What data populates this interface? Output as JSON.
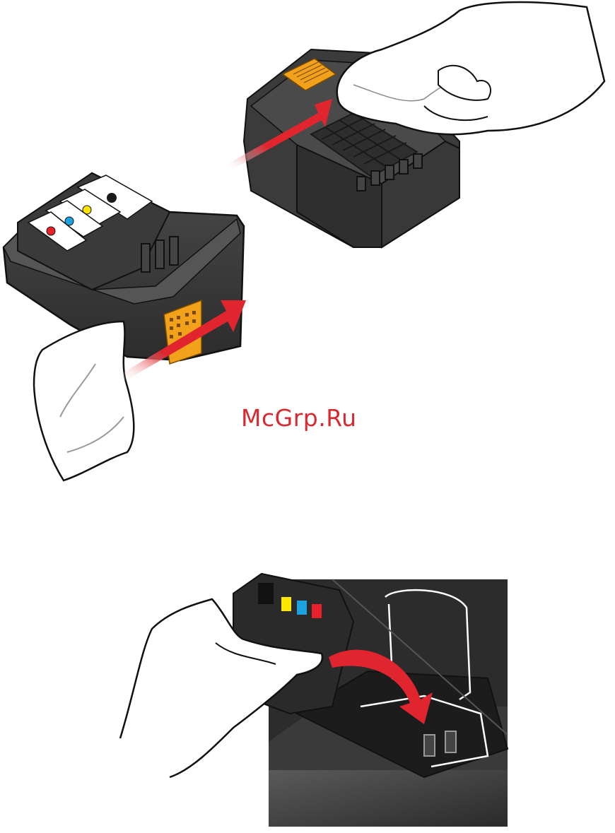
{
  "watermark": {
    "text": "McGrp.Ru",
    "color": "#d9282f"
  },
  "figure_top": {
    "description_icons": [
      "printhead-illustration",
      "wipe-cloth",
      "cleaning-arrow"
    ]
  },
  "figure_bottom": {
    "description_icons": [
      "printhead-insert-illustration",
      "insert-arrow"
    ]
  },
  "colors": {
    "arrow_red": "#e0252e",
    "plastic_dark": "#3a3a3a",
    "contact_orange": "#f2a21a",
    "ink_black": "#1a1a1a",
    "ink_yellow": "#ffe600",
    "ink_cyan": "#1aa3e0",
    "ink_magenta": "#e8202a"
  }
}
